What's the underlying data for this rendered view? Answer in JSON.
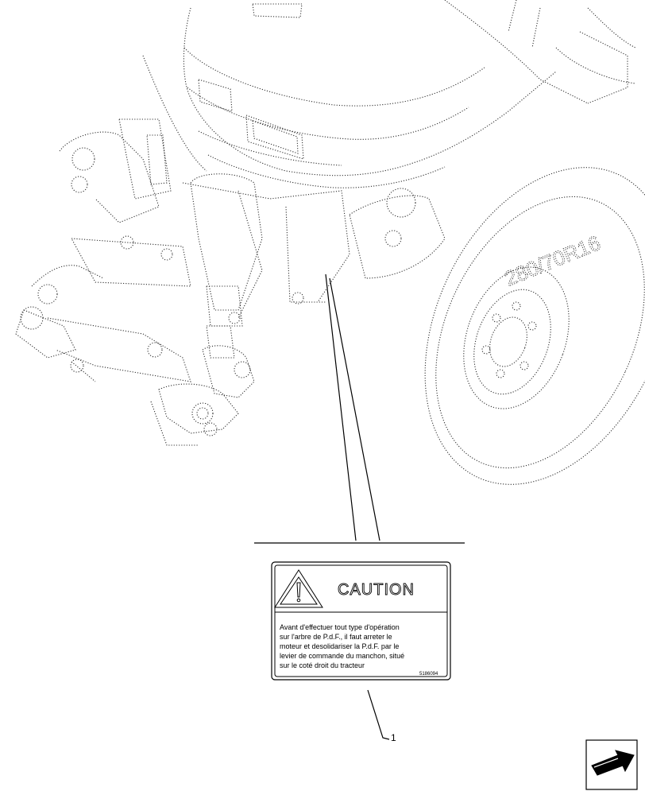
{
  "tire_marking": "280/70R16",
  "decal": {
    "heading": "CAUTION",
    "lines": [
      "Avant d'effectuer tout type d'opération",
      "sur l'arbre de P.d.F., il faut arreter le",
      "moteur et desolidariser la P.d.F. par le",
      "levier de commande du manchon, situé",
      "sur le coté droit du tracteur"
    ],
    "part_number": "5186094"
  },
  "callout": "1",
  "icons": [
    "warning-triangle-icon",
    "next-page-arrow-icon"
  ]
}
